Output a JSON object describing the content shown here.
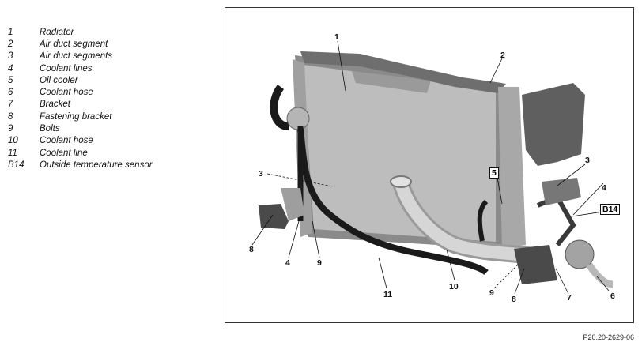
{
  "legend": [
    {
      "num": "1",
      "text": "Radiator"
    },
    {
      "num": "2",
      "text": "Air duct segment"
    },
    {
      "num": "3",
      "text": "Air duct segments"
    },
    {
      "num": "4",
      "text": "Coolant lines"
    },
    {
      "num": "5",
      "text": "Oil cooler"
    },
    {
      "num": "6",
      "text": "Coolant hose"
    },
    {
      "num": "7",
      "text": "Bracket"
    },
    {
      "num": "8",
      "text": "Fastening bracket"
    },
    {
      "num": "9",
      "text": "Bolts"
    },
    {
      "num": "10",
      "text": "Coolant hose"
    },
    {
      "num": "11",
      "text": "Coolant line"
    },
    {
      "num": "B14",
      "text": "Outside temperature sensor"
    }
  ],
  "callouts": {
    "c1": "1",
    "c2": "2",
    "c3a": "3",
    "c3b": "3",
    "c4a": "4",
    "c4b": "4",
    "c5": "5",
    "c6": "6",
    "c7": "7",
    "c8a": "8",
    "c8b": "8",
    "c9a": "9",
    "c9b": "9",
    "c10": "10",
    "c11": "11",
    "cB14": "B14"
  },
  "figure_code": "P20.20-2629-06",
  "colors": {
    "radiator_fill": "#bdbdbd",
    "frame_dark": "#7a7a7a",
    "hose_black": "#1a1a1a",
    "pipe_light": "#d6d6d6"
  }
}
